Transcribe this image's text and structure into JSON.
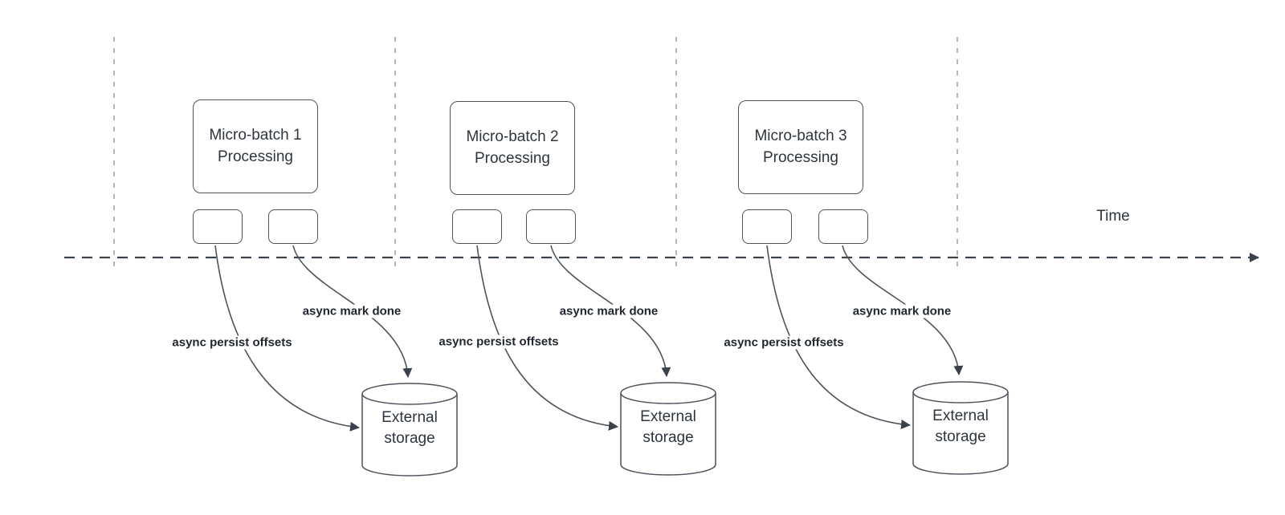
{
  "colors": {
    "background": "#ffffff",
    "shape-stroke": "#4d545c",
    "timeline-stroke": "#3a414b",
    "guide-stroke": "#b4b6b9",
    "node-text": "#2f353e",
    "edge-label-text": "#21262f"
  },
  "timeline": {
    "label": "Time"
  },
  "groups": [
    {
      "box_label": "Micro-batch 1\nProcessing",
      "persist_label": "async persist offsets",
      "done_label": "async mark done",
      "storage_label": "External\nstorage"
    },
    {
      "box_label": "Micro-batch 2\nProcessing",
      "persist_label": "async persist offsets",
      "done_label": "async mark done",
      "storage_label": "External\nstorage"
    },
    {
      "box_label": "Micro-batch 3\nProcessing",
      "persist_label": "async persist offsets",
      "done_label": "async mark done",
      "storage_label": "External\nstorage"
    }
  ]
}
